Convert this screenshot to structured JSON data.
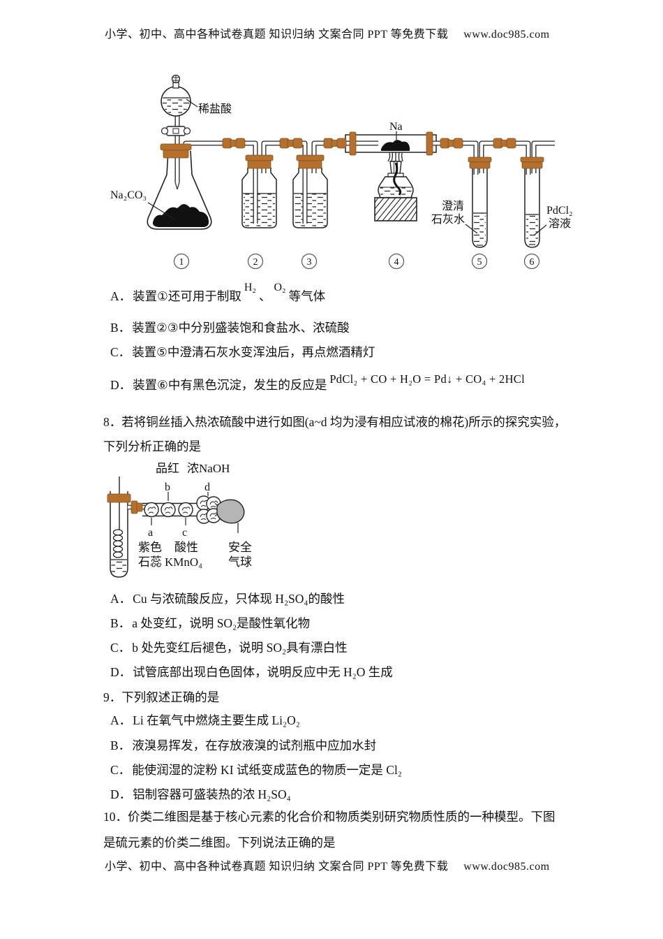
{
  "doc": {
    "header": {
      "text": "小学、初中、高中各种试卷真题  知识归纳  文案合同  PPT 等免费下载",
      "url": "www.doc985.com"
    },
    "footer": {
      "text": "小学、初中、高中各种试卷真题  知识归纳  文案合同  PPT 等免费下载",
      "url": "www.doc985.com"
    }
  },
  "q7": {
    "figure": {
      "dilute_hcl": "稀盐酸",
      "na2co3": "Na₂CO₃",
      "na": "Na",
      "limewater_line1": "澄清",
      "limewater_line2": "石灰水",
      "pdcl2_line1": "PdCl₂",
      "pdcl2_line2": "溶液",
      "device_numbers": [
        "1",
        "2",
        "3",
        "4",
        "5",
        "6"
      ]
    },
    "options": [
      {
        "label": "A．",
        "pre": "装置①还可用于制取",
        "f1": "H₂",
        "sep": "、",
        "f2": "O₂",
        "post": "等气体"
      },
      {
        "label": "B．",
        "text": "装置②③中分别盛装饱和食盐水、浓硫酸"
      },
      {
        "label": "C．",
        "text": "装置⑤中澄清石灰水变浑浊后，再点燃酒精灯"
      },
      {
        "label": "D．",
        "pre": "装置⑥中有黑色沉淀，发生的反应是",
        "equation": "PdCl₂ + CO + H₂O = Pd↓ + CO₄ + 2HCl"
      }
    ]
  },
  "q8": {
    "number": "8．",
    "stem_line1": "若将铜丝插入热浓硫酸中进行如图(a~d 均为浸有相应试液的棉花)所示的探究实验，",
    "stem_line2": "下列分析正确的是",
    "figure": {
      "pinhong": "品红",
      "nong_naoh": "浓NaOH",
      "letter_a": "a",
      "letter_b": "b",
      "letter_c": "c",
      "letter_d": "d",
      "zise": "紫色",
      "shirui": "石蕊",
      "suanxing": "酸性",
      "kmno4": "KMnO₄",
      "anquan": "安全",
      "qiqiu": "气球"
    },
    "options": [
      {
        "label": "A．",
        "text": "Cu 与浓硫酸反应，只体现 H₂SO₄的酸性"
      },
      {
        "label": "B．",
        "text": "a 处变红，说明 SO₂是酸性氧化物"
      },
      {
        "label": "C．",
        "text": "b 处先变红后褪色，说明 SO₂具有漂白性"
      },
      {
        "label": "D．",
        "text": "试管底部出现白色固体，说明反应中无 H₂O 生成"
      }
    ]
  },
  "q9": {
    "number": "9．",
    "stem": "下列叙述正确的是",
    "options": [
      {
        "label": "A．",
        "text": "Li 在氧气中燃烧主要生成 Li₂O₂"
      },
      {
        "label": "B．",
        "text": "液溴易挥发，在存放液溴的试剂瓶中应加水封"
      },
      {
        "label": "C．",
        "text": "能使润湿的淀粉 KI 试纸变成蓝色的物质一定是 Cl₂"
      },
      {
        "label": "D．",
        "text": "铝制容器可盛装热的浓 H₂SO₄"
      }
    ]
  },
  "q10": {
    "number": "10．",
    "stem_line1": "价类二维图是基于核心元素的化合价和物质类别研究物质性质的一种模型。下图",
    "stem_line2": "是硫元素的价类二维图。下列说法正确的是"
  }
}
